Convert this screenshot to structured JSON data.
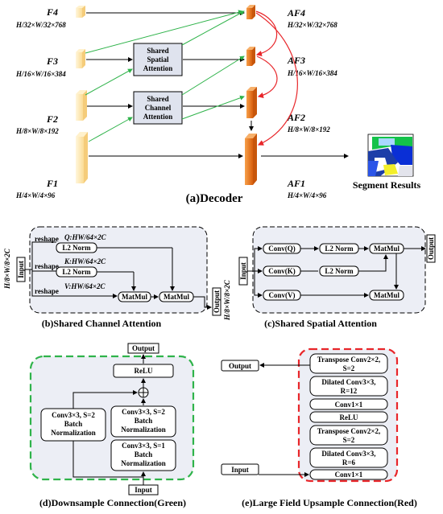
{
  "decoder": {
    "caption": "(a)Decoder",
    "inputs": [
      {
        "name": "F4",
        "dims": "H/32×W/32×768"
      },
      {
        "name": "F3",
        "dims": "H/16×W/16×384"
      },
      {
        "name": "F2",
        "dims": "H/8×W/8×192"
      },
      {
        "name": "F1",
        "dims": "H/4×W/4×96"
      }
    ],
    "outputs": [
      {
        "name": "AF4",
        "dims": "H/32×W/32×768"
      },
      {
        "name": "AF3",
        "dims": "H/16×W/16×384"
      },
      {
        "name": "AF2",
        "dims": "H/8×W/8×192"
      },
      {
        "name": "AF1",
        "dims": "H/4×W/4×96"
      }
    ],
    "ssa_lines": [
      "Shared",
      "Spatial",
      "Attention"
    ],
    "sca_lines": [
      "Shared",
      "Channel",
      "Attention"
    ],
    "segment_label": "Segment Results"
  },
  "channel_attention": {
    "caption": "(b)Shared Channel Attention",
    "input_dims": "H/8×W/8×2C",
    "input_label": "Input",
    "output_label": "Output",
    "output_dims": "H/8×W/8×2C",
    "reshape": "reshape",
    "q_label": "Q:HW/64×2C",
    "k_label": "K:HW/64×2C",
    "v_label": "V:HW/64×2C",
    "l2norm": "L2 Norm",
    "matmul": "MatMul"
  },
  "spatial_attention": {
    "caption": "(c)Shared Spatial Attention",
    "input_label": "Input",
    "output_label": "Output",
    "conv_q": "Conv(Q)",
    "conv_k": "Conv(K)",
    "conv_v": "Conv(V)",
    "l2norm": "L2 Norm",
    "matmul": "MatMul"
  },
  "downsample": {
    "caption": "(d)Downsample Connection(Green)",
    "output_label": "Output",
    "input_label": "Input",
    "relu": "ReLU",
    "left_box": [
      "Conv3×3, S=2",
      "Batch",
      "Normalization"
    ],
    "mid_box": [
      "Conv3×3, S=2",
      "Batch",
      "Normalization"
    ],
    "low_box": [
      "Conv3×3, S=1",
      "Batch",
      "Normalization"
    ]
  },
  "upsample": {
    "caption": "(e)Large Field Upsample Connection(Red)",
    "output_label": "Output",
    "input_label": "Input",
    "layers": [
      [
        "Transpose Conv2×2,",
        "S=2"
      ],
      [
        "Dilated Conv3×3,",
        "R=12"
      ],
      [
        "Conv1×1"
      ],
      [
        "ReLU"
      ],
      [
        "Transpose Conv2×2,",
        "S=2"
      ],
      [
        "Dilated Conv3×3,",
        "R=6"
      ],
      [
        "Conv1×1"
      ]
    ]
  },
  "colors": {
    "input_block": "#fde7b0",
    "output_block": "#ec7a1e",
    "green": "#2fb34a",
    "red": "#e8262a",
    "panel_bg": "#eceef5"
  }
}
